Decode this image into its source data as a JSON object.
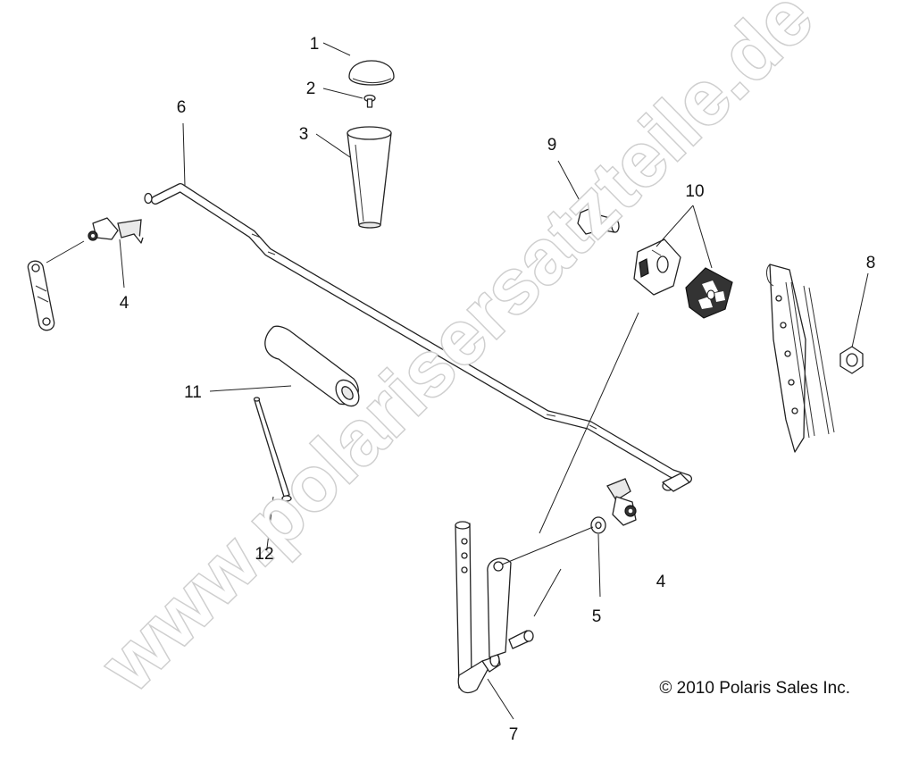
{
  "watermark": "www.polarisersatzteile.de",
  "copyright": "© 2010 Polaris Sales Inc.",
  "callouts": [
    "1",
    "2",
    "3",
    "6",
    "9",
    "10",
    "4",
    "8",
    "11",
    "12",
    "4",
    "5",
    "7"
  ]
}
